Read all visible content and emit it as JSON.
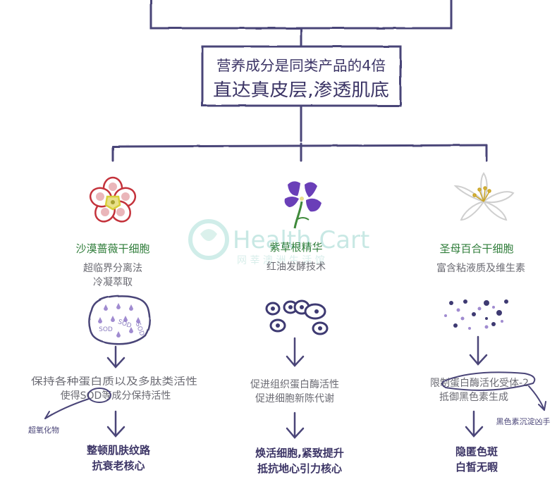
{
  "top_box": {
    "line1": "营养成分是同类产品的4倍",
    "line2": "直达真皮层,渗透肌底"
  },
  "watermark": {
    "title": "Health Cart",
    "subtitle": "网 莘 澳 洲 生 活 馆"
  },
  "branches": [
    {
      "name": "沙漠蔷薇干细胞",
      "method_line1": "超临界分离法",
      "method_line2": "冷凝萃取",
      "blob_labels": [
        "SOD",
        "SOD",
        "SOD"
      ],
      "effect_line1": "保持各种蛋白质以及多肽类活性",
      "effect_line2": "使得SOD等成分保持活性",
      "side_note": "超氧化物",
      "result_line1": "整顿肌肤纹路",
      "result_line2": "抗衰老核心"
    },
    {
      "name": "紫草根精华",
      "method_line1": "红油发酵技术",
      "method_line2": "",
      "effect_line1": "促进组织蛋白酶活性",
      "effect_line2": "促进细胞新陈代谢",
      "side_note": "",
      "result_line1": "焕活细胞,紧致提升",
      "result_line2": "抵抗地心引力核心"
    },
    {
      "name": "圣母百合干细胞",
      "method_line1": "富含粘液质及维生素",
      "method_line2": "",
      "effect_line1": "限制蛋白酶活化受体-2",
      "effect_line2": "抵御黑色素生成",
      "side_note": "黑色素沉淀凶手",
      "result_line1": "隐匿色斑",
      "result_line2": "白皙无暇"
    }
  ],
  "colors": {
    "line": "#4a4578",
    "text_dark": "#3c3566",
    "text_green": "#2f7d3a",
    "text_gray": "#6b6b73",
    "rose_petal": "#c4323b",
    "rose_center": "#d8cf3a",
    "violet": "#6a3fb8",
    "stem": "#3f8a3b",
    "lily": "#d9d9d9",
    "drop": "#a08bd0",
    "cell": "#3e3a72"
  },
  "icons": [
    "rose-flower-icon",
    "violet-flower-icon",
    "lily-flower-icon",
    "cell-blob-icon",
    "cell-cluster-icon",
    "particle-scatter-icon",
    "down-arrow-icon"
  ]
}
